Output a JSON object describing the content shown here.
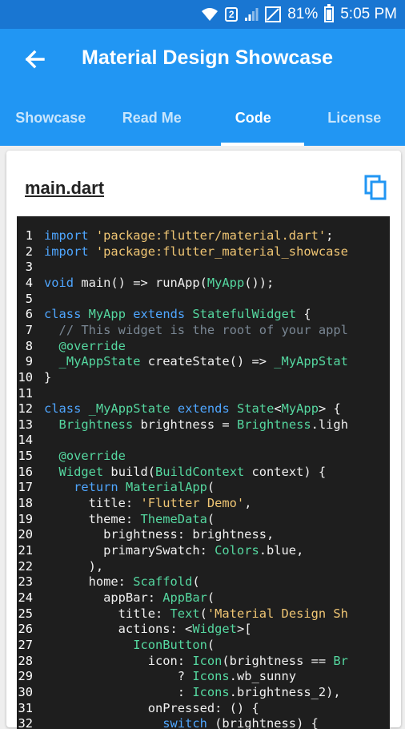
{
  "status_bar": {
    "sim": "2",
    "battery": "81%",
    "time": "5:05 PM"
  },
  "app_bar": {
    "title": "Material Design Showcase",
    "tabs": [
      "Showcase",
      "Read Me",
      "Code",
      "License"
    ],
    "active_tab": "Code"
  },
  "card": {
    "filename": "main.dart"
  },
  "code": {
    "lines": [
      [
        [
          "kw",
          "import"
        ],
        [
          "pl",
          " "
        ],
        [
          "st",
          "'package:flutter/material.dart'"
        ],
        [
          "pl",
          ";"
        ]
      ],
      [
        [
          "kw",
          "import"
        ],
        [
          "pl",
          " "
        ],
        [
          "st",
          "'package:flutter_material_showcase"
        ]
      ],
      [],
      [
        [
          "kw",
          "void"
        ],
        [
          "pl",
          " main() => runApp("
        ],
        [
          "ty",
          "MyApp"
        ],
        [
          "pl",
          "());"
        ]
      ],
      [],
      [
        [
          "kw",
          "class"
        ],
        [
          "pl",
          " "
        ],
        [
          "ty",
          "MyApp"
        ],
        [
          "pl",
          " "
        ],
        [
          "kw",
          "extends"
        ],
        [
          "pl",
          " "
        ],
        [
          "ty",
          "StatefulWidget"
        ],
        [
          "pl",
          " {"
        ]
      ],
      [
        [
          "pl",
          "  "
        ],
        [
          "cm",
          "// This widget is the root of your appl"
        ]
      ],
      [
        [
          "pl",
          "  "
        ],
        [
          "an",
          "@override"
        ]
      ],
      [
        [
          "pl",
          "  "
        ],
        [
          "ty",
          "_MyAppState"
        ],
        [
          "pl",
          " createState() => "
        ],
        [
          "ty",
          "_MyAppStat"
        ]
      ],
      [
        [
          "pl",
          "}"
        ]
      ],
      [],
      [
        [
          "kw",
          "class"
        ],
        [
          "pl",
          " "
        ],
        [
          "ty",
          "_MyAppState"
        ],
        [
          "pl",
          " "
        ],
        [
          "kw",
          "extends"
        ],
        [
          "pl",
          " "
        ],
        [
          "ty",
          "State"
        ],
        [
          "pl",
          "<"
        ],
        [
          "ty",
          "MyApp"
        ],
        [
          "pl",
          "> {"
        ]
      ],
      [
        [
          "pl",
          "  "
        ],
        [
          "ty",
          "Brightness"
        ],
        [
          "pl",
          " brightness = "
        ],
        [
          "ty",
          "Brightness"
        ],
        [
          "pl",
          ".ligh"
        ]
      ],
      [],
      [
        [
          "pl",
          "  "
        ],
        [
          "an",
          "@override"
        ]
      ],
      [
        [
          "pl",
          "  "
        ],
        [
          "ty",
          "Widget"
        ],
        [
          "pl",
          " build("
        ],
        [
          "ty",
          "BuildContext"
        ],
        [
          "pl",
          " context) {"
        ]
      ],
      [
        [
          "pl",
          "    "
        ],
        [
          "kw",
          "return"
        ],
        [
          "pl",
          " "
        ],
        [
          "ty",
          "MaterialApp"
        ],
        [
          "pl",
          "("
        ]
      ],
      [
        [
          "pl",
          "      title: "
        ],
        [
          "st",
          "'Flutter Demo'"
        ],
        [
          "pl",
          ","
        ]
      ],
      [
        [
          "pl",
          "      theme: "
        ],
        [
          "ty",
          "ThemeData"
        ],
        [
          "pl",
          "("
        ]
      ],
      [
        [
          "pl",
          "        brightness: brightness,"
        ]
      ],
      [
        [
          "pl",
          "        primarySwatch: "
        ],
        [
          "ty",
          "Colors"
        ],
        [
          "pl",
          ".blue,"
        ]
      ],
      [
        [
          "pl",
          "      ),"
        ]
      ],
      [
        [
          "pl",
          "      home: "
        ],
        [
          "ty",
          "Scaffold"
        ],
        [
          "pl",
          "("
        ]
      ],
      [
        [
          "pl",
          "        appBar: "
        ],
        [
          "ty",
          "AppBar"
        ],
        [
          "pl",
          "("
        ]
      ],
      [
        [
          "pl",
          "          title: "
        ],
        [
          "ty",
          "Text"
        ],
        [
          "pl",
          "("
        ],
        [
          "st",
          "'Material Design Sh"
        ]
      ],
      [
        [
          "pl",
          "          actions: <"
        ],
        [
          "ty",
          "Widget"
        ],
        [
          "pl",
          ">["
        ]
      ],
      [
        [
          "pl",
          "            "
        ],
        [
          "ty",
          "IconButton"
        ],
        [
          "pl",
          "("
        ]
      ],
      [
        [
          "pl",
          "              icon: "
        ],
        [
          "ty",
          "Icon"
        ],
        [
          "pl",
          "(brightness == "
        ],
        [
          "ty",
          "Br"
        ]
      ],
      [
        [
          "pl",
          "                  ? "
        ],
        [
          "ty",
          "Icons"
        ],
        [
          "pl",
          ".wb_sunny"
        ]
      ],
      [
        [
          "pl",
          "                  : "
        ],
        [
          "ty",
          "Icons"
        ],
        [
          "pl",
          ".brightness_2),"
        ]
      ],
      [
        [
          "pl",
          "              onPressed: () {"
        ]
      ],
      [
        [
          "pl",
          "                "
        ],
        [
          "kw",
          "switch"
        ],
        [
          "pl",
          " (brightness) {"
        ]
      ]
    ]
  }
}
